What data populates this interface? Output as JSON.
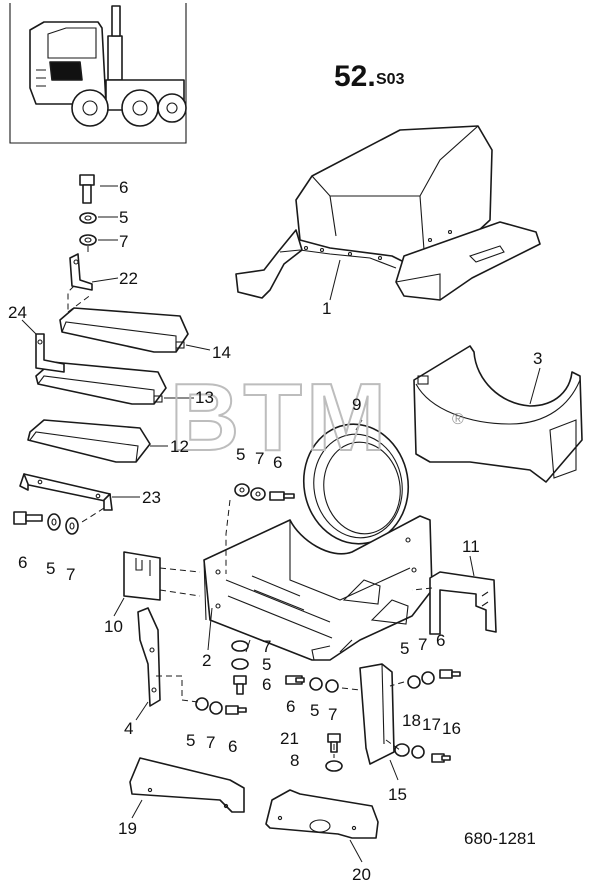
{
  "header": {
    "group": "52.",
    "suffix": "S03"
  },
  "drawing_number": "680-1281",
  "watermark": {
    "text": "BTM",
    "mark": "®"
  },
  "part_labels": {
    "p1": "1",
    "p2": "2",
    "p3": "3",
    "p4": "4",
    "p5a": "5",
    "p5b": "5",
    "p5c": "5",
    "p5d": "5",
    "p5e": "5",
    "p5f": "5",
    "p5g": "5",
    "p6a": "6",
    "p6b": "6",
    "p6c": "6",
    "p6d": "6",
    "p6e": "6",
    "p6f": "6",
    "p6g": "6",
    "p7a": "7",
    "p7b": "7",
    "p7c": "7",
    "p7d": "7",
    "p7e": "7",
    "p7f": "7",
    "p7g": "7",
    "p8": "8",
    "p9": "9",
    "p10": "10",
    "p11": "11",
    "p12": "12",
    "p13": "13",
    "p14": "14",
    "p15": "15",
    "p16": "16",
    "p17": "17",
    "p18": "18",
    "p19": "19",
    "p20": "20",
    "p21": "21",
    "p22": "22",
    "p23": "23",
    "p24": "24"
  }
}
